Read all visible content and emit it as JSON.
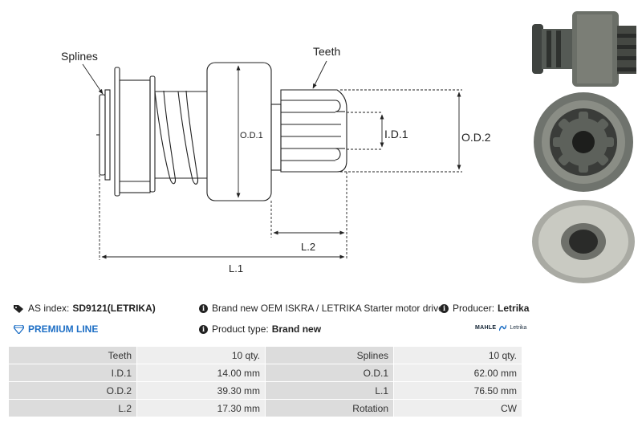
{
  "drawing": {
    "labels": {
      "splines": "Splines",
      "teeth": "Teeth",
      "od1": "O.D.1",
      "id1": "I.D.1",
      "od2": "O.D.2",
      "l2": "L.2",
      "l1": "L.1"
    }
  },
  "photos": [
    "starter-drive-side-photo",
    "pinion-teeth-front-photo",
    "clutch-back-photo"
  ],
  "info": {
    "as_index_label": "AS index:",
    "as_index_value": "SD9121(LETRIKA)",
    "premium_line": "PREMIUM LINE",
    "description": "Brand new OEM ISKRA / LETRIKA Starter motor drive",
    "product_type_label": "Product type:",
    "product_type_value": "Brand new",
    "producer_label": "Producer:",
    "producer_value": "Letrika",
    "logo_mahle": "MAHLE",
    "logo_letrika": "Letrika"
  },
  "specs": [
    {
      "label": "Teeth",
      "value": "10 qty.",
      "label2": "Splines",
      "value2": "10 qty."
    },
    {
      "label": "I.D.1",
      "value": "14.00 mm",
      "label2": "O.D.1",
      "value2": "62.00 mm"
    },
    {
      "label": "O.D.2",
      "value": "39.30 mm",
      "label2": "L.1",
      "value2": "76.50 mm"
    },
    {
      "label": "L.2",
      "value": "17.30 mm",
      "label2": "Rotation",
      "value2": "CW"
    }
  ],
  "colors": {
    "premium": "#1e6fc5",
    "label_cell": "#dcdcdc",
    "value_cell": "#eeeeee"
  }
}
